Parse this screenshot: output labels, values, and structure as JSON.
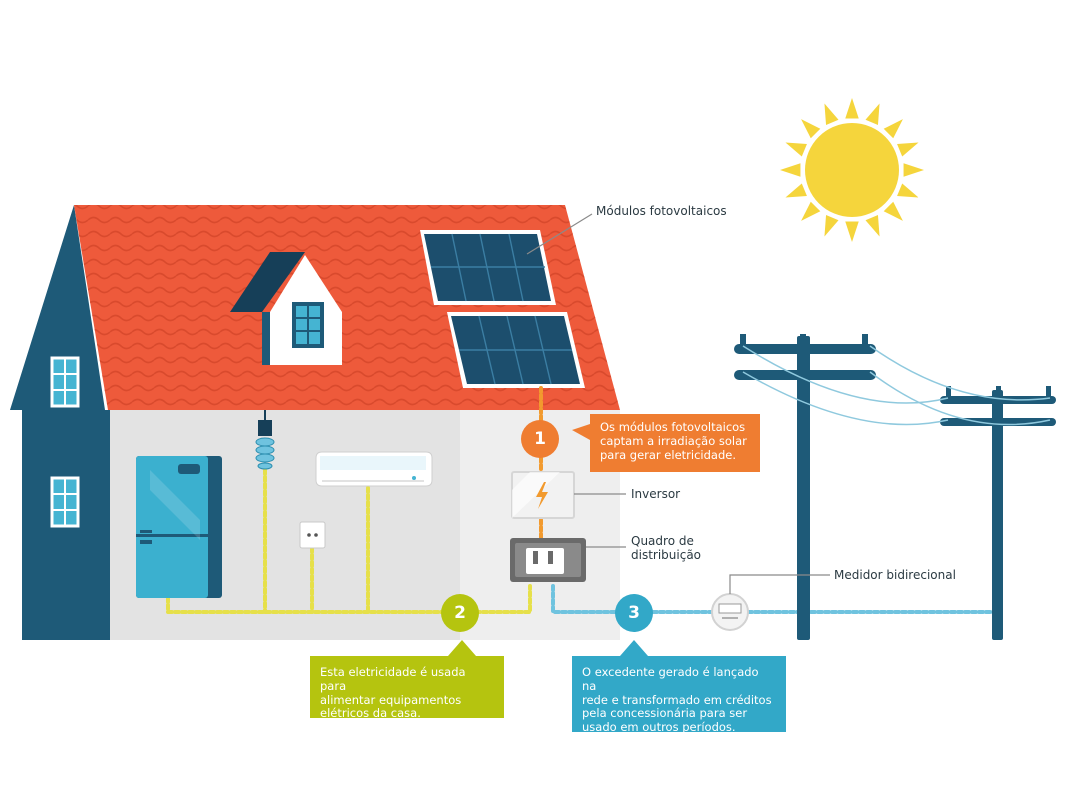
{
  "labels": {
    "modulos": "Módulos fotovoltaicos",
    "inversor": "Inversor",
    "quadro_line1": "Quadro de",
    "quadro_line2": "distribuição",
    "medidor": "Medidor bidirecional"
  },
  "steps": [
    {
      "number": "1",
      "lines": [
        "Os módulos fotovoltaicos",
        "captam a irradiação solar",
        "para gerar eletricidade."
      ],
      "color": "#ef7d31"
    },
    {
      "number": "2",
      "lines": [
        "Esta eletricidade é usada para",
        "alimentar equipamentos",
        "elétricos da casa."
      ],
      "color": "#b5c40f"
    },
    {
      "number": "3",
      "lines": [
        "O excedente gerado é lançado na",
        "rede e transformado em créditos",
        "pela concessionária para ser",
        "usado em outros períodos."
      ],
      "color": "#32a8c8"
    }
  ],
  "colors": {
    "roof": "#ee5a3b",
    "wall_dark": "#1e5a78",
    "sun": "#f5d53c",
    "pole": "#1e5a78",
    "panel": "#1c4e6d",
    "wire_yellow": "#e6e04a",
    "wire_orange": "#f29a2e",
    "wire_blue": "#6fc3df"
  },
  "icons": [
    "sun-icon",
    "solar-panel-icon",
    "inverter-icon",
    "distribution-board-icon",
    "meter-icon",
    "refrigerator-icon",
    "air-conditioner-icon",
    "outlet-icon",
    "lamp-icon",
    "utility-pole-icon"
  ]
}
